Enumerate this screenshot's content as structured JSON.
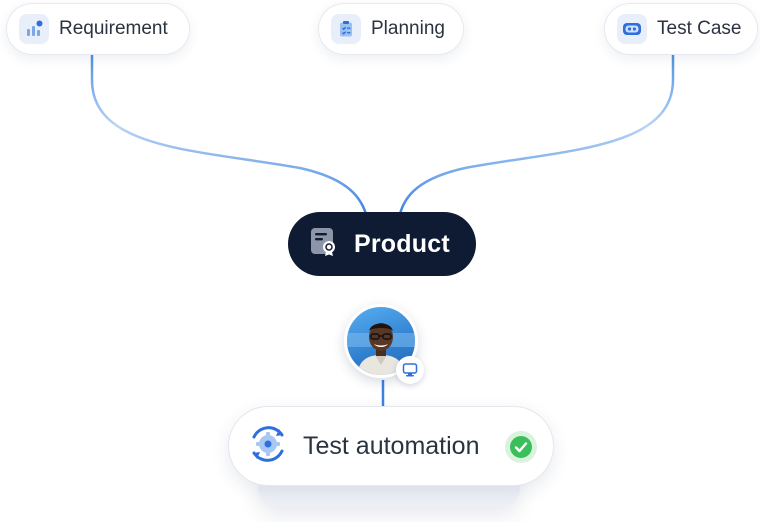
{
  "nodes": {
    "requirement": {
      "label": "Requirement",
      "icon": "bar-chart-icon"
    },
    "planning": {
      "label": "Planning",
      "icon": "clipboard-checklist-icon"
    },
    "test_case": {
      "label": "Test Case",
      "icon": "robot-icon"
    }
  },
  "product": {
    "label": "Product",
    "icon": "certificate-document-icon"
  },
  "assignee": {
    "avatar": "person-avatar",
    "badge_icon": "monitor-icon"
  },
  "automation": {
    "label": "Test automation",
    "icon": "gear-sync-icon",
    "status_icon": "check-icon",
    "status": "complete"
  },
  "colors": {
    "line": "#3b82e0",
    "product_bg": "#0e1b33",
    "icon_accent": "#3b82e0",
    "check": "#3bbf5a"
  }
}
